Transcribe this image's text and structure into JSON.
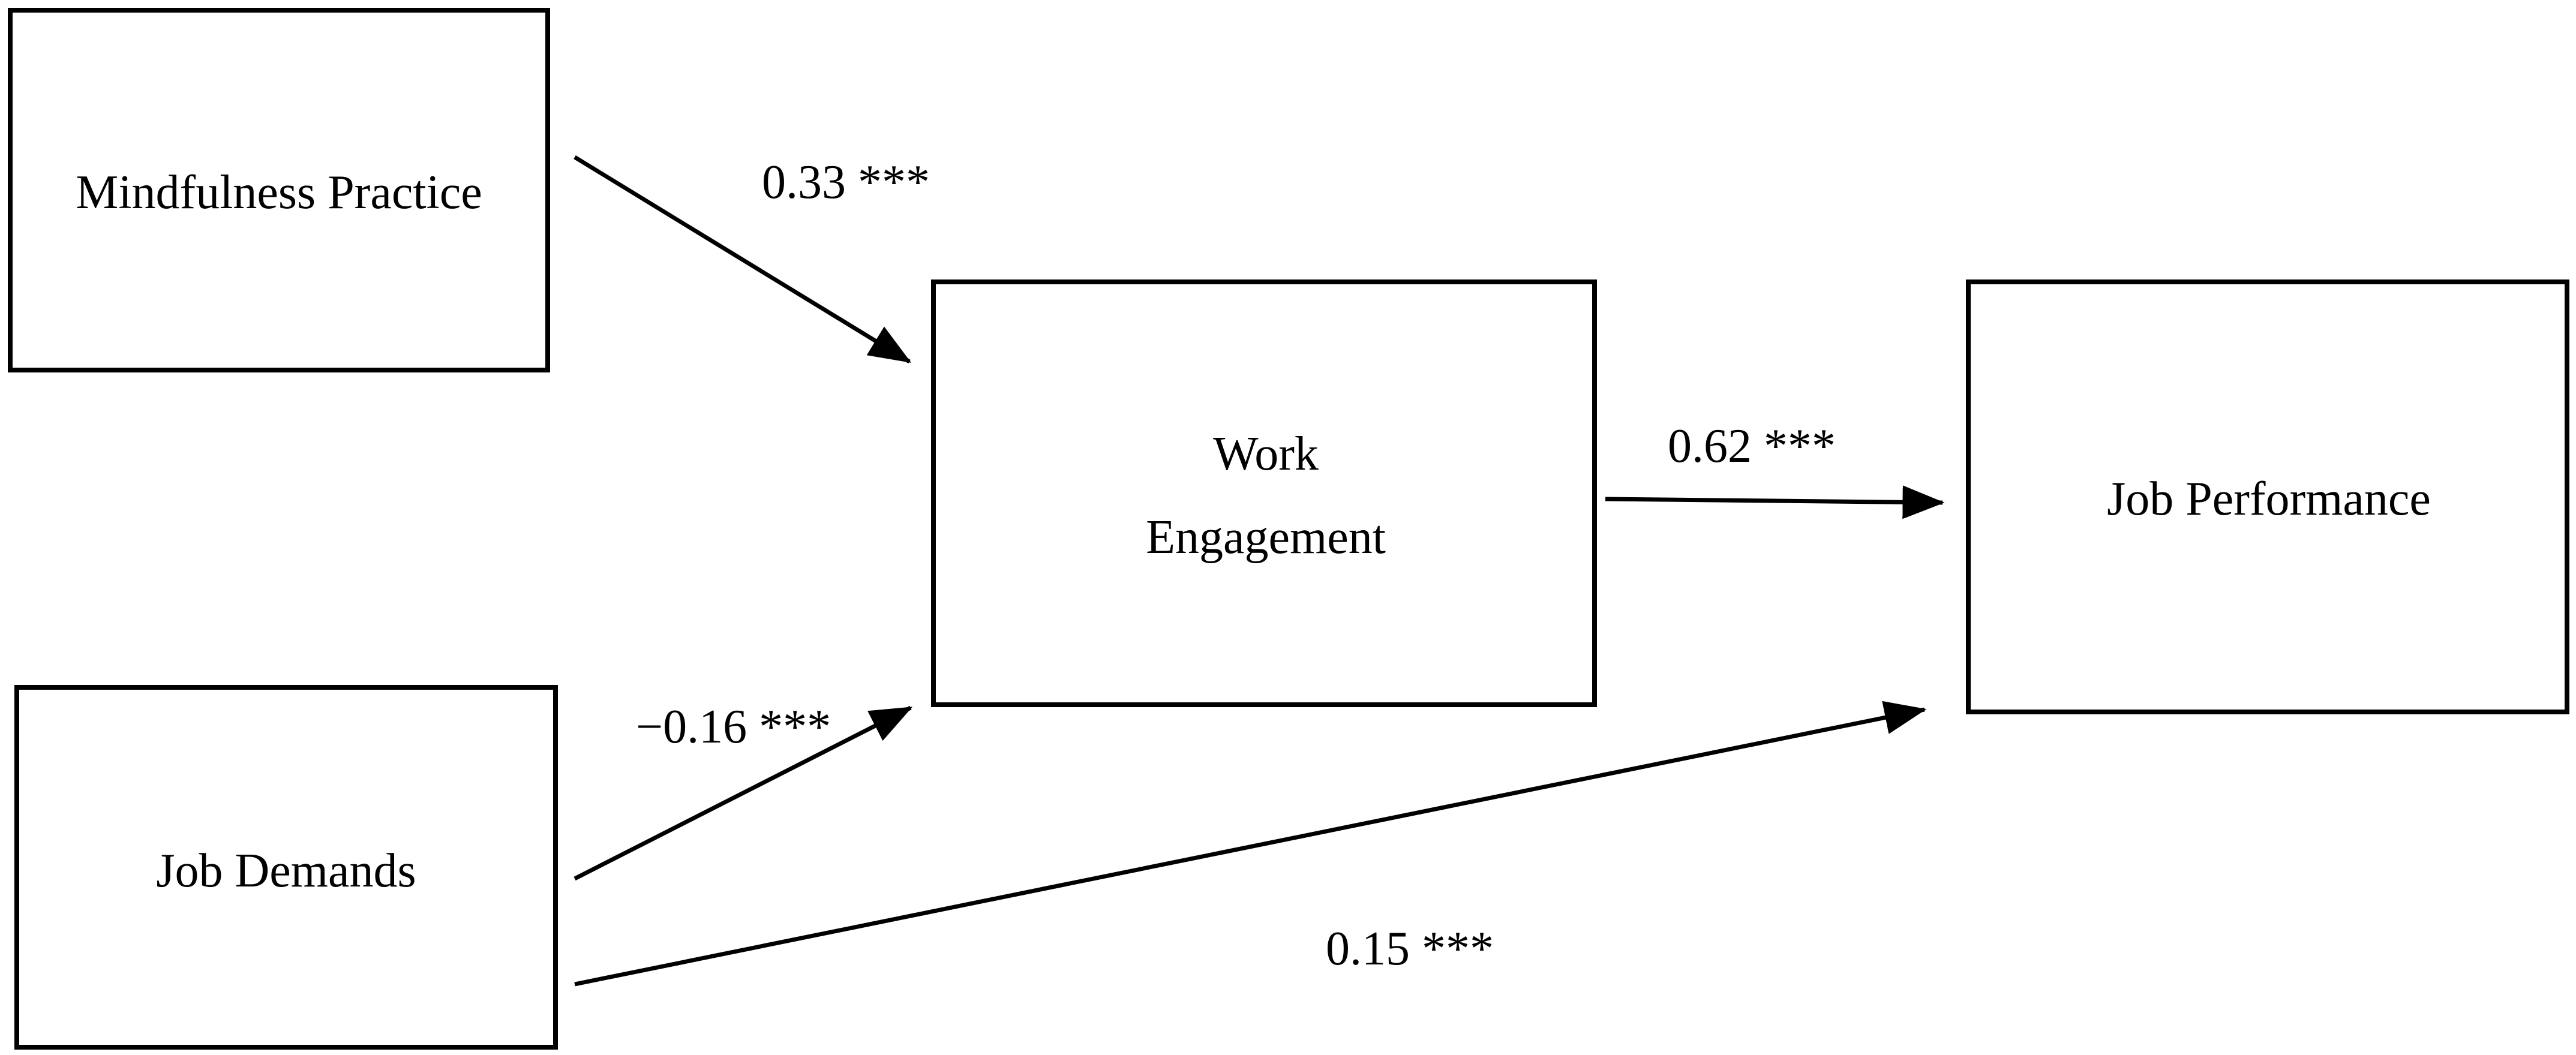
{
  "nodes": {
    "mindfulness": {
      "label": "Mindfulness Practice"
    },
    "job_demands": {
      "label": "Job Demands"
    },
    "work_engagement": {
      "label_line1": "Work",
      "label_line2": "Engagement"
    },
    "job_performance": {
      "label": "Job Performance"
    }
  },
  "paths": {
    "mindfulness_to_engagement": {
      "coefficient": "0.33 ***"
    },
    "demands_to_engagement": {
      "coefficient": "−0.16 ***"
    },
    "engagement_to_performance": {
      "coefficient": "0.62 ***"
    },
    "demands_to_performance": {
      "coefficient": "0.15 ***"
    }
  },
  "colors": {
    "line": "#000000",
    "background": "#ffffff"
  }
}
